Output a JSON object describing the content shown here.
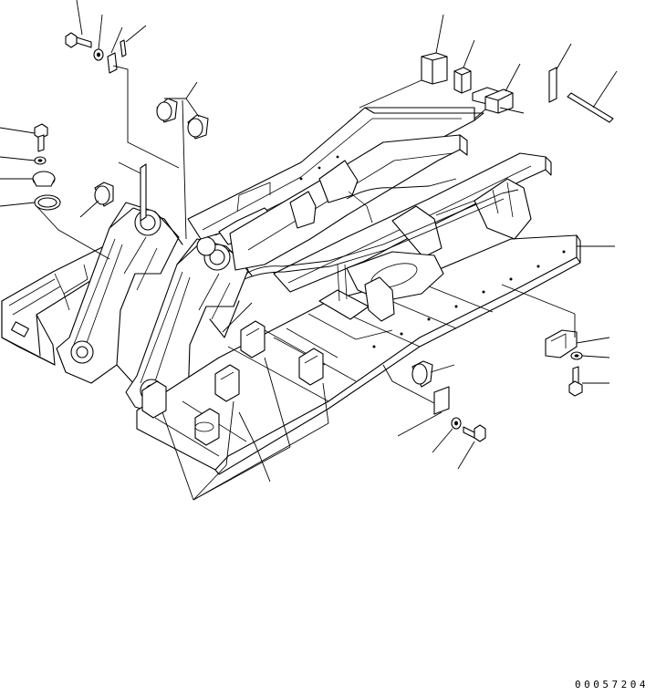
{
  "drawing": {
    "number": "00057204",
    "colors": {
      "line": "#000000",
      "background": "#ffffff"
    },
    "parts": [
      {
        "name": "bolt",
        "icon": "hex-bolt-icon"
      },
      {
        "name": "washer",
        "icon": "washer-icon"
      },
      {
        "name": "cap",
        "icon": "cap-icon"
      },
      {
        "name": "ring",
        "icon": "ring-icon"
      },
      {
        "name": "bushing",
        "icon": "bushing-icon"
      },
      {
        "name": "shim",
        "icon": "shim-icon"
      },
      {
        "name": "block",
        "icon": "block-icon"
      },
      {
        "name": "rod",
        "icon": "rod-icon"
      },
      {
        "name": "bracket",
        "icon": "bracket-icon"
      },
      {
        "name": "plate",
        "icon": "plate-icon"
      },
      {
        "name": "main-frame",
        "icon": "frame-icon"
      }
    ]
  }
}
